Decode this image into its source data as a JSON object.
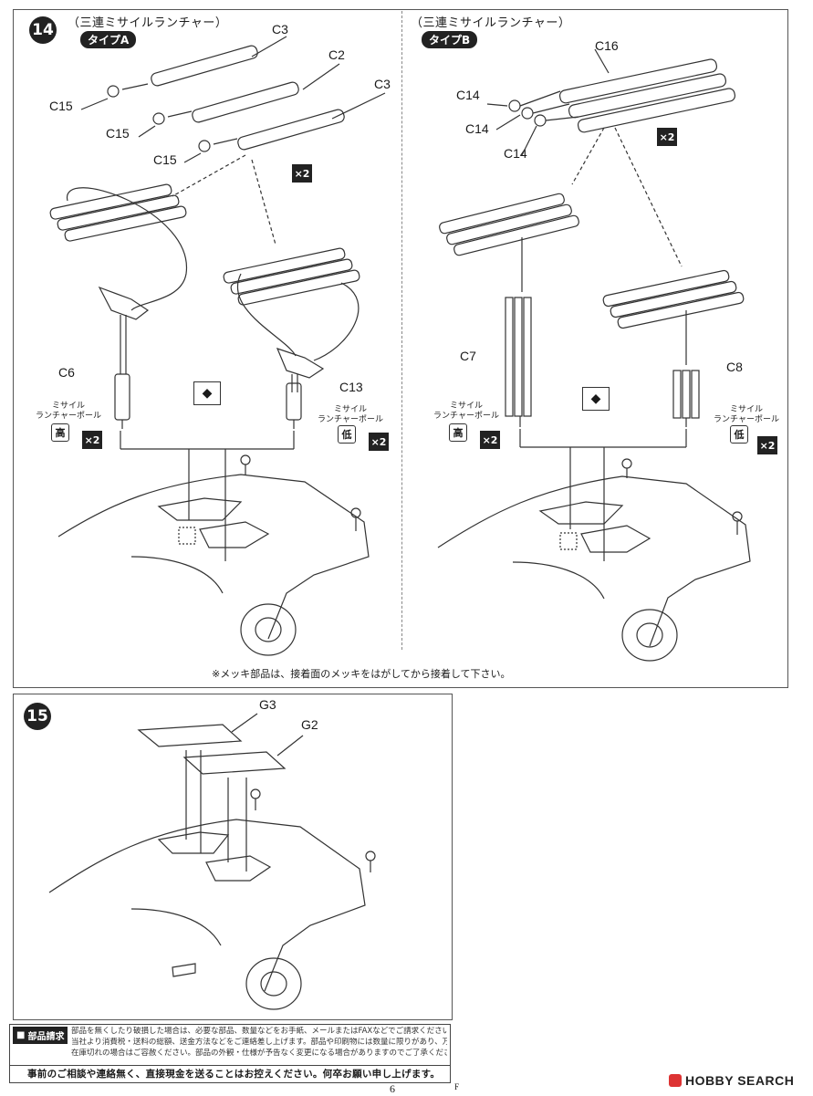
{
  "step14": {
    "number": "14",
    "left": {
      "title": "（三連ミサイルランチャー）",
      "type": "タイプA",
      "parts": [
        "C3",
        "C2",
        "C3",
        "C15",
        "C15",
        "C15",
        "C6",
        "C13"
      ],
      "label_high": "ミサイル\nランチャーポール",
      "high": "高",
      "label_low": "ミサイル\nランチャーポール",
      "low": "低",
      "mult": "×2"
    },
    "right": {
      "title": "（三連ミサイルランチャー）",
      "type": "タイプB",
      "parts": [
        "C16",
        "C14",
        "C14",
        "C14",
        "C7",
        "C8"
      ],
      "label_high": "ミサイル\nランチャーポール",
      "high": "高",
      "label_low": "ミサイル\nランチャーポール",
      "low": "低",
      "mult": "×2"
    },
    "note": "※メッキ部品は、接着面のメッキをはがしてから接着して下さい。"
  },
  "step15": {
    "number": "15",
    "parts": [
      "G3",
      "G2"
    ]
  },
  "footer": {
    "tag": "部品請求",
    "lines": [
      "部品を無くしたり破損した場合は、必要な部品、数量などをお手紙、メールまたはFAXなどでご請求ください。",
      "当社より消費税・送料の総額、送金方法などをご連絡差し上げます。部品や印刷物には数量に限りがあり、万一",
      "在庫切れの場合はご容赦ください。部品の外観・仕様が予告なく変更になる場合がありますのでご了承ください。"
    ],
    "notice": "事前のご相談や連絡無く、直接現金を送ることはお控えください。何卒お願い申し上げます。"
  },
  "page": {
    "number": "6",
    "edge_mark": "F"
  },
  "brand": {
    "name": "HOBBY SEARCH"
  }
}
